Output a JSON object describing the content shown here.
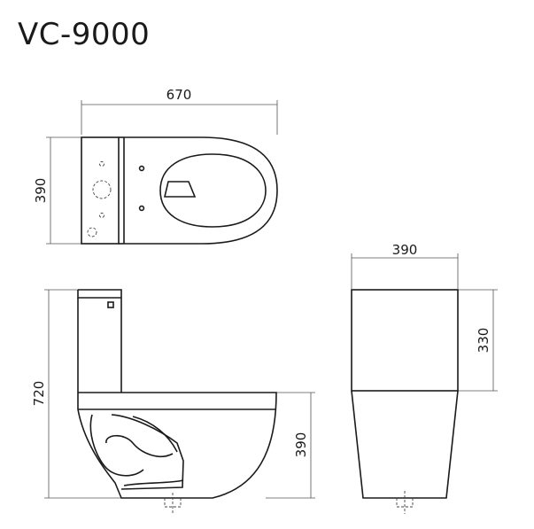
{
  "title": "VC-9000",
  "top_view": {
    "width_label": "670",
    "depth_label": "390"
  },
  "side_view": {
    "height_label": "720",
    "bowl_height_label": "390"
  },
  "front_view": {
    "width_label": "390",
    "tank_height_label": "330"
  },
  "colors": {
    "line": "#1a1a1a",
    "background": "#ffffff"
  }
}
